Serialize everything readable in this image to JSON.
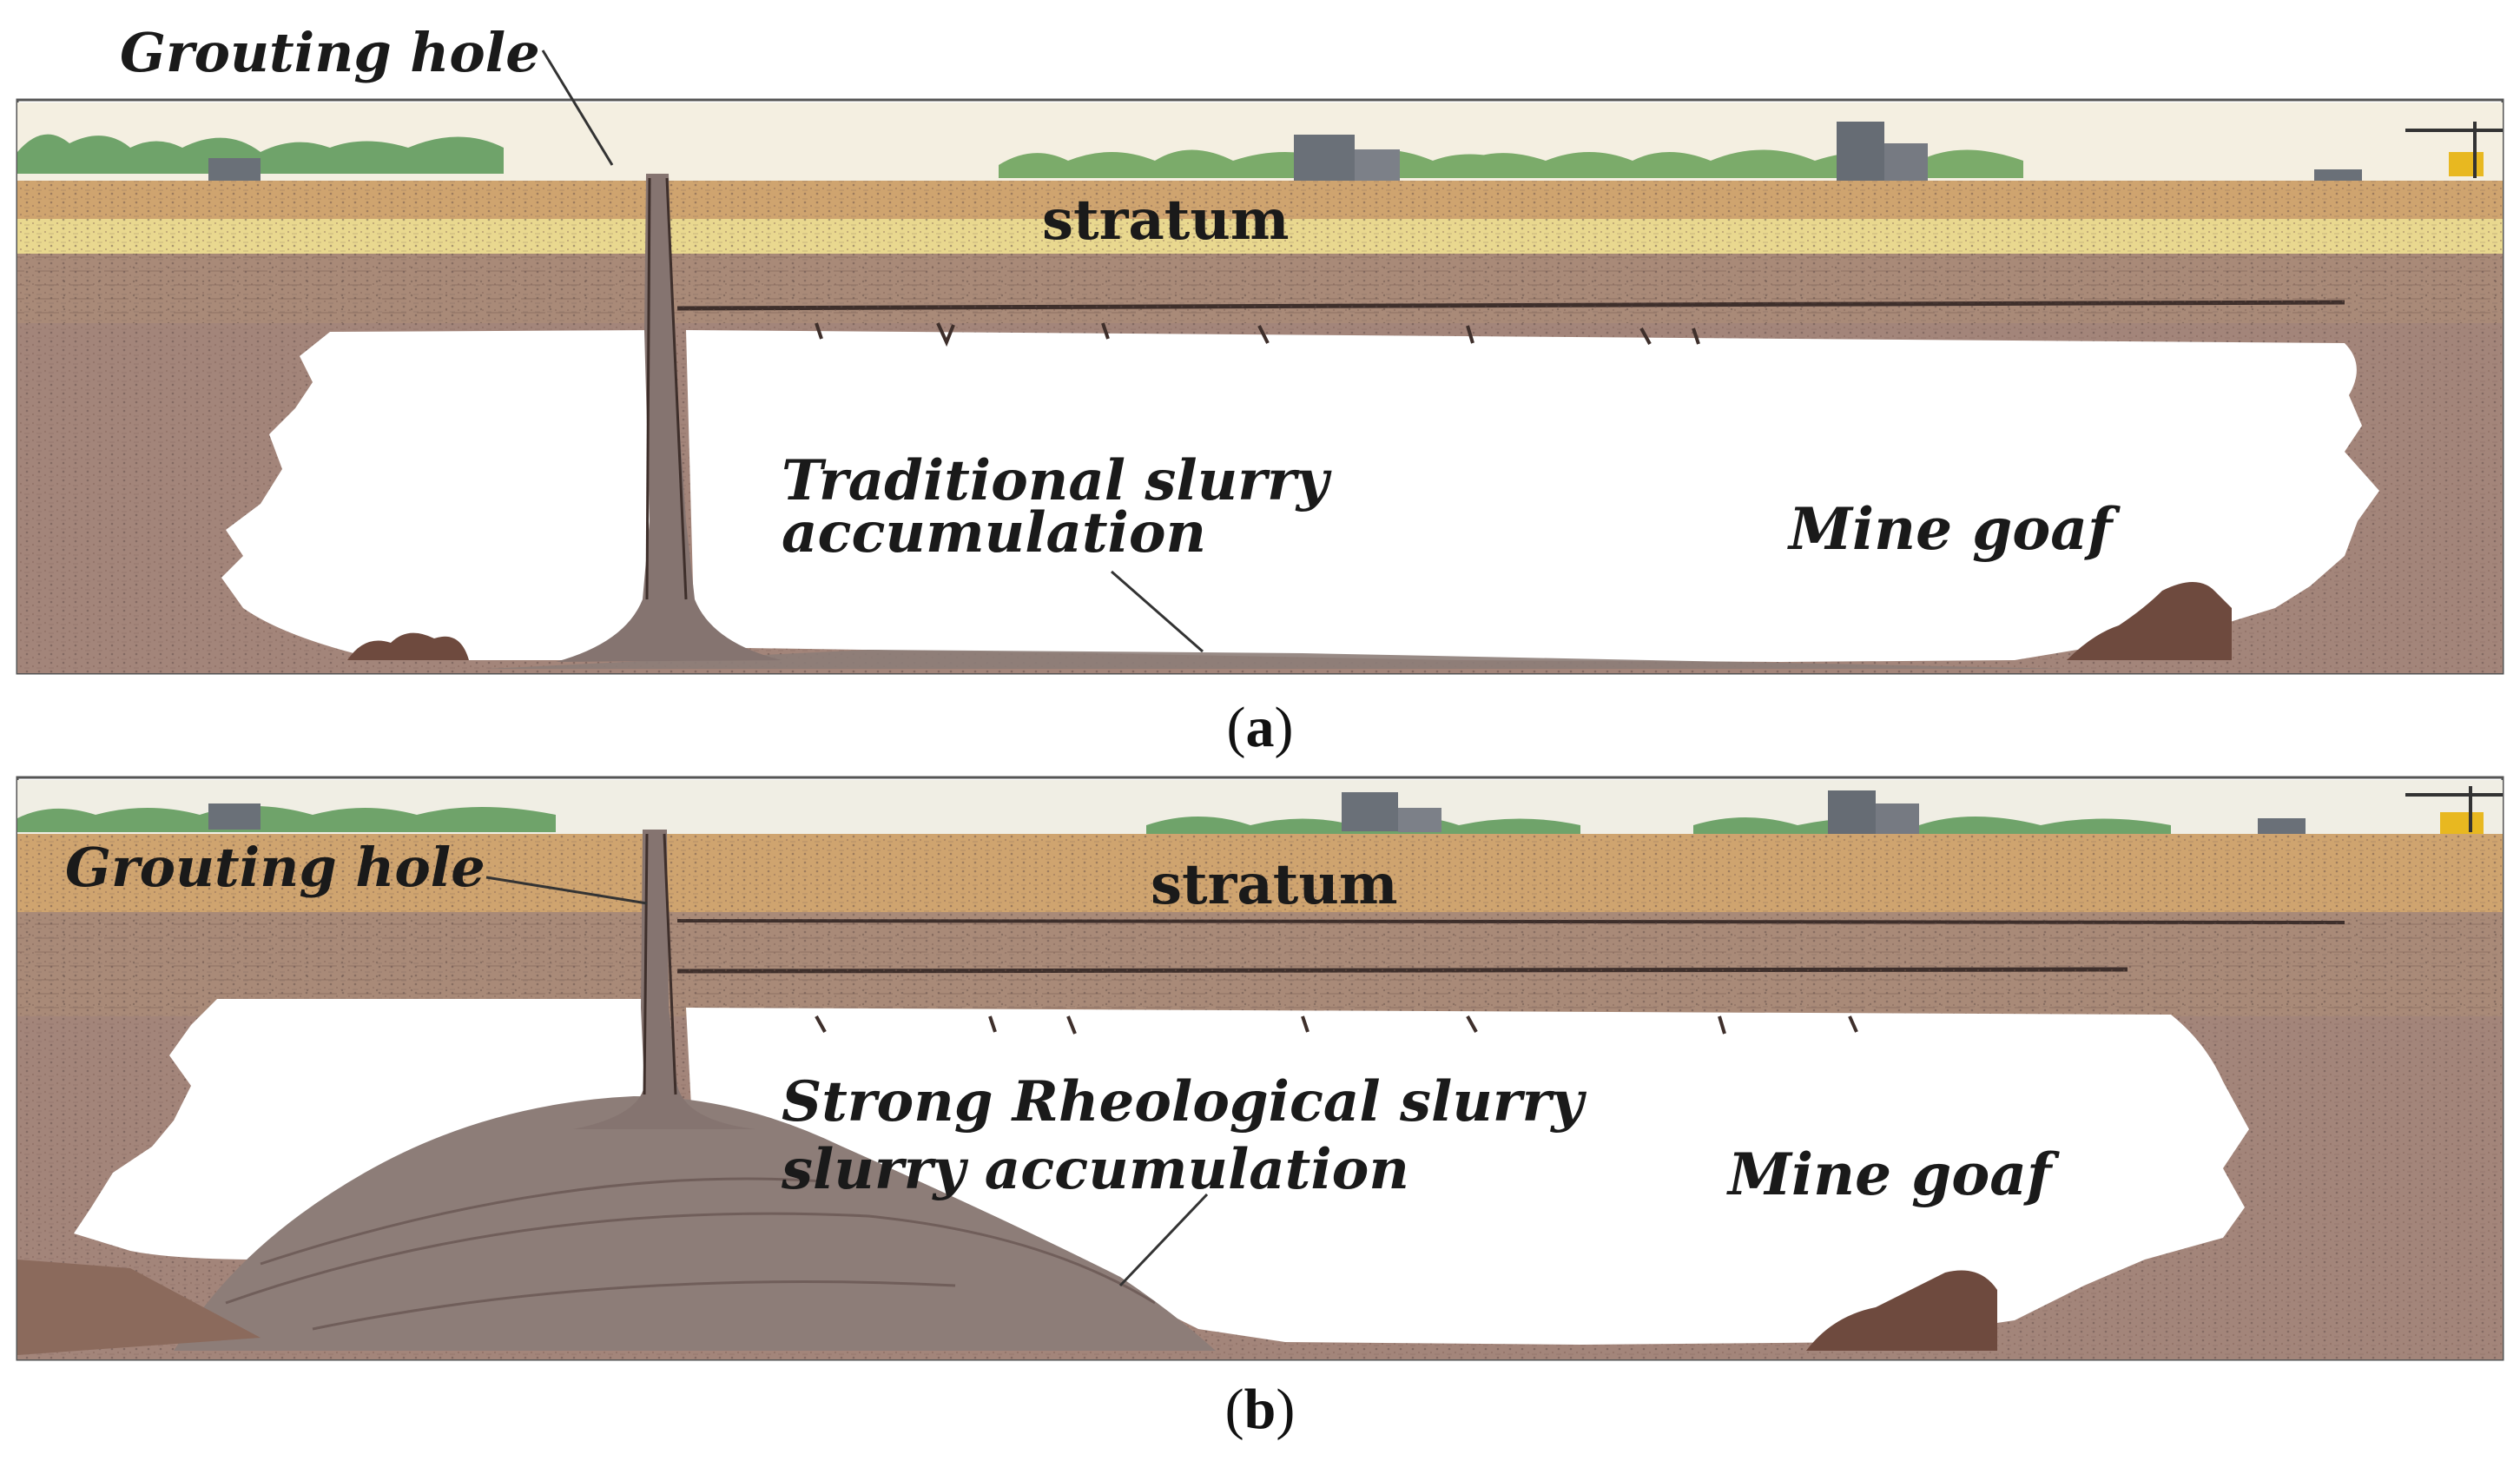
{
  "panels": [
    {
      "id": "a",
      "caption_letter": "a",
      "labels": {
        "grouting_hole": "Grouting hole",
        "stratum": "stratum",
        "accumulation_line1": "Traditional slurry",
        "accumulation_line2": "accumulation",
        "goaf": "Mine goaf"
      }
    },
    {
      "id": "b",
      "caption_letter": "b",
      "labels": {
        "grouting_hole": "Grouting hole",
        "stratum": "stratum",
        "accumulation_line1": "Strong Rheological slurry",
        "accumulation_line2": "slurry accumulation",
        "goaf": "Mine goaf"
      }
    }
  ],
  "caption_open": "(",
  "caption_close": ")",
  "colors": {
    "sky": "#f4efe1",
    "vegetation": "#6fa36a",
    "building": "#6a7078",
    "sand_layer": "#cfa46f",
    "yellow_layer": "#e9d88f",
    "brown_rock": "#a98a78",
    "gray_rock": "#9c8a86",
    "slurry": "#8d7d78",
    "goaf": "#ffffff",
    "crane": "#e8b820"
  }
}
